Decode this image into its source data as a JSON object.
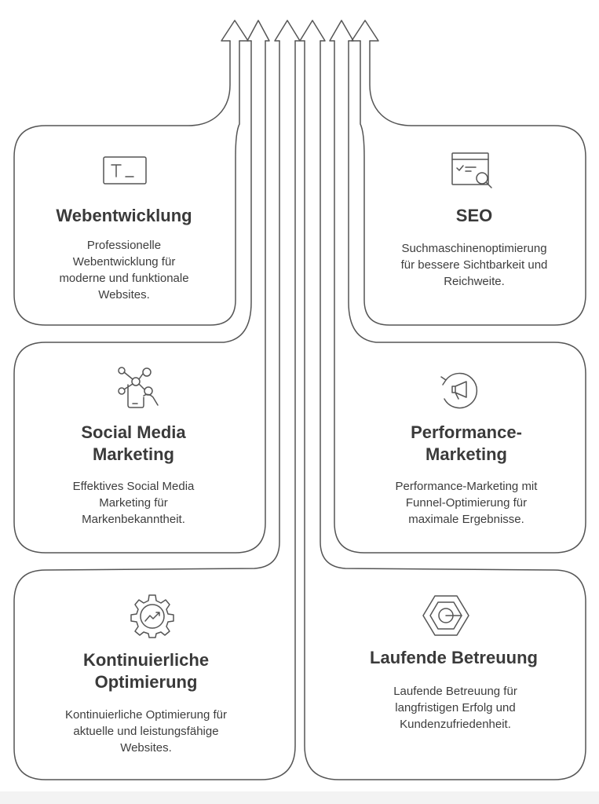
{
  "diagram": {
    "boxes": [
      {
        "id": "web",
        "icon": "terminal-icon",
        "title": [
          "Webentwicklung"
        ],
        "description": [
          "Professionelle",
          "Webentwicklung für",
          "moderne und funktionale",
          "Websites."
        ]
      },
      {
        "id": "seo",
        "icon": "seo-search-icon",
        "title": [
          "SEO"
        ],
        "description": [
          "Suchmaschinenoptimierung",
          "für bessere Sichtbarkeit und",
          "Reichweite."
        ]
      },
      {
        "id": "social",
        "icon": "social-network-hand-icon",
        "title": [
          "Social Media",
          "Marketing"
        ],
        "description": [
          "Effektives Social Media",
          "Marketing für",
          "Markenbekanntheit."
        ]
      },
      {
        "id": "perf",
        "icon": "megaphone-refresh-icon",
        "title": [
          "Performance-",
          "Marketing"
        ],
        "description": [
          "Performance-Marketing mit",
          "Funnel-Optimierung für",
          "maximale Ergebnisse."
        ]
      },
      {
        "id": "opt",
        "icon": "gear-chart-icon",
        "title": [
          "Kontinuierliche",
          "Optimierung"
        ],
        "description": [
          "Kontinuierliche Optimierung für",
          "aktuelle und leistungsfähige",
          "Websites."
        ]
      },
      {
        "id": "care",
        "icon": "hexagon-ring-icon",
        "title": [
          "Laufende Betreuung"
        ],
        "description": [
          "Laufende Betreuung für",
          "langfristigen Erfolg und",
          "Kundenzufriedenheit."
        ]
      }
    ]
  }
}
